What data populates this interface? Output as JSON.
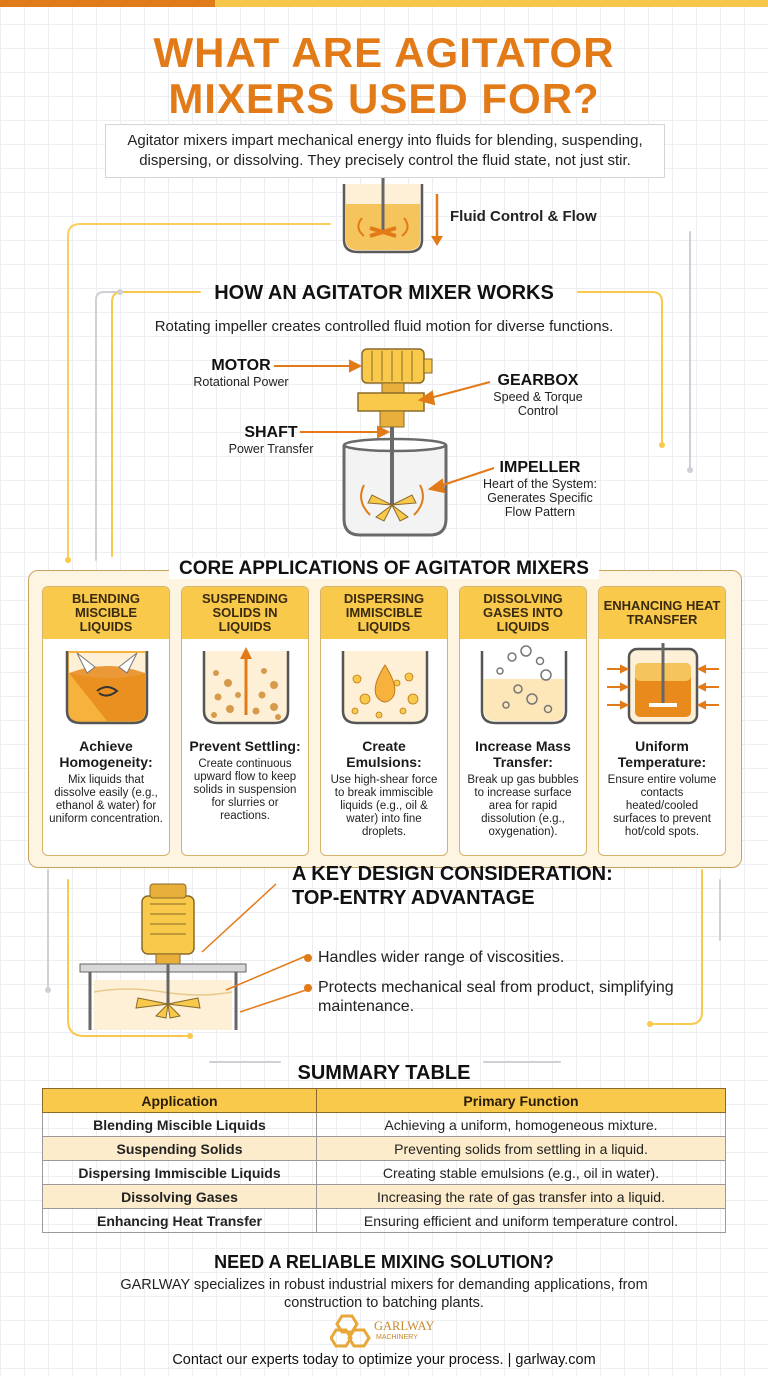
{
  "title": "WHAT ARE AGITATOR MIXERS USED FOR?",
  "intro": "Agitator mixers impart mechanical energy into fluids for blending, suspending, dispersing, or dissolving. They precisely control the fluid state, not just stir.",
  "flow_label": "Fluid Control & Flow",
  "how": {
    "title": "HOW AN AGITATOR MIXER WORKS",
    "subtitle": "Rotating impeller creates controlled fluid motion for diverse functions.",
    "parts": [
      {
        "name": "MOTOR",
        "desc": "Rotational Power"
      },
      {
        "name": "GEARBOX",
        "desc": "Speed & Torque Control"
      },
      {
        "name": "SHAFT",
        "desc": "Power Transfer"
      },
      {
        "name": "IMPELLER",
        "desc": "Heart of the System: Generates Specific Flow Pattern"
      }
    ]
  },
  "applications": {
    "title": "CORE APPLICATIONS OF AGITATOR MIXERS",
    "cards": [
      {
        "heading": "BLENDING MISCIBLE LIQUIDS",
        "subtitle": "Achieve Homogeneity:",
        "desc": "Mix liquids that dissolve easily (e.g., ethanol & water) for uniform concentration.",
        "icon": "blending-beaker-icon"
      },
      {
        "heading": "SUSPENDING SOLIDS IN LIQUIDS",
        "subtitle": "Prevent Settling:",
        "desc": "Create continuous upward flow to keep solids in suspension for slurries or reactions.",
        "icon": "suspension-beaker-icon"
      },
      {
        "heading": "DISPERSING IMMISCIBLE LIQUIDS",
        "subtitle": "Create Emulsions:",
        "desc": "Use high-shear force to break immiscible liquids (e.g., oil & water) into fine droplets.",
        "icon": "emulsion-beaker-icon"
      },
      {
        "heading": "DISSOLVING GASES INTO LIQUIDS",
        "subtitle": "Increase Mass Transfer:",
        "desc": "Break up gas bubbles to increase surface area for rapid dissolution (e.g., oxygenation).",
        "icon": "gas-bubbles-beaker-icon"
      },
      {
        "heading": "ENHANCING HEAT TRANSFER",
        "subtitle": "Uniform Temperature:",
        "desc": "Ensure entire volume contacts heated/cooled surfaces to prevent hot/cold spots.",
        "icon": "heated-tank-icon"
      }
    ]
  },
  "design": {
    "title_line1": "A KEY DESIGN CONSIDERATION:",
    "title_line2": "TOP-ENTRY ADVANTAGE",
    "bullets": [
      "Handles wider range of viscosities.",
      "Protects mechanical seal from product, simplifying maintenance."
    ]
  },
  "summary": {
    "title": "SUMMARY TABLE",
    "headers": [
      "Application",
      "Primary Function"
    ],
    "rows": [
      [
        "Blending Miscible Liquids",
        "Achieving a uniform, homogeneous mixture."
      ],
      [
        "Suspending Solids",
        "Preventing solids from settling in a liquid."
      ],
      [
        "Dispersing Immiscible Liquids",
        "Creating stable emulsions (e.g., oil in water)."
      ],
      [
        "Dissolving Gases",
        "Increasing the rate of gas transfer into a liquid."
      ],
      [
        "Enhancing Heat Transfer",
        "Ensuring efficient and uniform temperature control."
      ]
    ]
  },
  "cta": {
    "title": "NEED A RELIABLE MIXING SOLUTION?",
    "text": "GARLWAY specializes in robust industrial mixers for demanding applications, from construction to batching plants.",
    "logo_text": "GARLWAY",
    "logo_sub": "MACHINERY",
    "footer": "Contact our experts today to optimize your process. | garlway.com"
  },
  "colors": {
    "accent_orange": "#e27a18",
    "accent_yellow": "#f8c94b",
    "panel_cream": "#fdf4e2"
  }
}
